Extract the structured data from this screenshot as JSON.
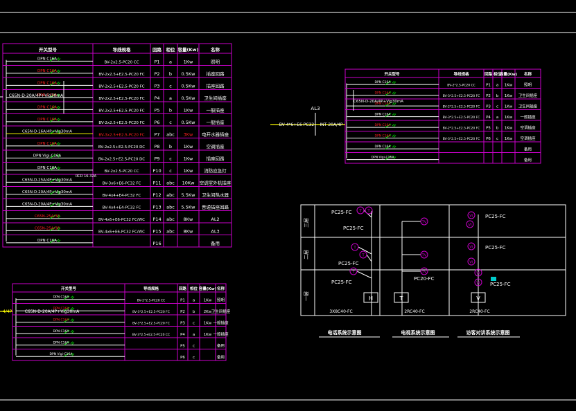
{
  "colors": {
    "bg": "#000000",
    "frame": "#ffffff",
    "table": "#cc00cc",
    "text": "#ffffff",
    "red": "#ff2020",
    "green": "#00cc00",
    "yellow": "#ffff00",
    "cyan": "#00cccc"
  },
  "table1": {
    "headers": [
      "开关型号",
      "导线规格",
      "回路",
      "相位",
      "容量(Kw)",
      "名称"
    ],
    "main_breaker": "C65N-D-20A/4P+Vig30mA",
    "rows": [
      {
        "sw": "DPN C16A",
        "wire": "BV-2x2.5-PC20 CC",
        "loop": "P1",
        "phase": "a",
        "cap": "1Kw",
        "name": "照明",
        "red": false
      },
      {
        "sw": "DPN C16A",
        "wire": "BV-2x2.5+E2.5-PC20 FC",
        "loop": "P2",
        "phase": "b",
        "cap": "0.5Kw",
        "name": "插座回路",
        "red": true
      },
      {
        "sw": "DPN C16A",
        "wire": "BV-2x2.5+E2.5-PC20 FC",
        "loop": "P3",
        "phase": "c",
        "cap": "0.5Kw",
        "name": "插座回路",
        "red": true
      },
      {
        "sw": "DPN C16A",
        "wire": "BV-2x2.5+E2.5-PC20 FC",
        "loop": "P4",
        "phase": "a",
        "cap": "0.5Kw",
        "name": "卫生间插座",
        "red": true
      },
      {
        "sw": "DPN C16A",
        "wire": "BV-2x2.5+E2.5-PC20 FC",
        "loop": "P5",
        "phase": "b",
        "cap": "1Kw",
        "name": "一般插座",
        "red": true
      },
      {
        "sw": "DPN C16A",
        "wire": "BV-2x2.5+E2.5-PC20 FC",
        "loop": "P6",
        "phase": "c",
        "cap": "0.5Kw",
        "name": "一般插座",
        "red": true
      },
      {
        "sw": "C65N-D-16A/4P+Vig30mA",
        "wire": "BV-3x2.5+E2.5-PC20 FC",
        "loop": "P7",
        "phase": "abc",
        "cap": "3Kw",
        "name": "电开水器插座",
        "red": false,
        "hl": true
      },
      {
        "sw": "DPN C16A",
        "wire": "BV-2x2.5+E2.5-PC20 DC",
        "loop": "P8",
        "phase": "b",
        "cap": "1Kw",
        "name": "空调插座",
        "red": true
      },
      {
        "sw": "DPN Vigi-C16A",
        "wire": "BV-2x2.5+E2.5-PC20 DC",
        "loop": "P9",
        "phase": "c",
        "cap": "1Kw",
        "name": "插座回路",
        "red": false
      },
      {
        "sw": "DPN C16A",
        "wire": "BV-2x2.5-PC20 CC",
        "loop": "P10",
        "phase": "c",
        "cap": "1Kw",
        "name": "消防应急灯",
        "red": false
      },
      {
        "sw": "C65N-D-25A/4P+Vig30mA",
        "wire": "BV-3x6+E6-PC32 FC",
        "loop": "P11",
        "phase": "abc",
        "cap": "10Kw",
        "name": "空调室外机插座",
        "red": false
      },
      {
        "sw": "C65N-D-20A/4P+Vig30mA",
        "wire": "BV-4x4+E4-PC32 FC",
        "loop": "P12",
        "phase": "abc",
        "cap": "5.5Kw",
        "name": "卫生间热水器",
        "red": false
      },
      {
        "sw": "C65N-D-20A/4P+Vig30mA",
        "wire": "BV-4x4+E4-PC32 FC",
        "loop": "P13",
        "phase": "abc",
        "cap": "5.5Kw",
        "name": "普通插座回路",
        "red": false
      },
      {
        "sw": "C65N-25A/3P",
        "wire": "BV-4x6+E6-PC32 FC/WC",
        "loop": "P14",
        "phase": "abc",
        "cap": "8Kw",
        "name": "AL2",
        "red": true
      },
      {
        "sw": "C65N-25A/3P",
        "wire": "BV-4x6+E6-PC32 FC/WC",
        "loop": "P15",
        "phase": "abc",
        "cap": "8Kw",
        "name": "AL3",
        "red": true
      },
      {
        "sw": "DPN C16A",
        "wire": "",
        "loop": "P16",
        "phase": "",
        "cap": "",
        "name": "备用",
        "red": false
      }
    ],
    "rcd_note": "RCD 16-32A"
  },
  "table2": {
    "headers": [
      "开关型号",
      "导线规格",
      "回路",
      "相位",
      "容量(Kw)",
      "名称"
    ],
    "main_breaker": "C65N-D-20A/4P+Vig30mA",
    "incoming": "BV-4*6+E6 PC32",
    "incoming_breaker": "INT 20A/4P",
    "panel": "AL3",
    "rows": [
      {
        "sw": "DPN C16A",
        "wire": "BV-2*2.5-PC20 CC",
        "loop": "P1",
        "phase": "a",
        "cap": "1Kw",
        "name": "照明",
        "red": false
      },
      {
        "sw": "DPN C16A",
        "wire": "BV-3*2.5+E2.5-PC20 FC",
        "loop": "P2",
        "phase": "b",
        "cap": "1Kw",
        "name": "卫生间插座",
        "red": true
      },
      {
        "sw": "DPN C16A",
        "wire": "BV-2*2.5+E2.5-PC20 FC",
        "loop": "P3",
        "phase": "c",
        "cap": "1Kw",
        "name": "卫生间插座",
        "red": true
      },
      {
        "sw": "DPN C16A",
        "wire": "BV-3*2.5+E2.5-PC20 FC",
        "loop": "P4",
        "phase": "a",
        "cap": "1Kw",
        "name": "一般插座",
        "red": false
      },
      {
        "sw": "DPN C16A",
        "wire": "BV-2*2.5+E2.5-PC20 FC",
        "loop": "P5",
        "phase": "b",
        "cap": "1Kw",
        "name": "空调插座",
        "red": true
      },
      {
        "sw": "DPN C16A",
        "wire": "BV-3*2.5+E2.5-PC20 FC",
        "loop": "P6",
        "phase": "c",
        "cap": "1Kw",
        "name": "空调插座",
        "red": true
      },
      {
        "sw": "DPN C16A",
        "wire": "",
        "loop": "",
        "phase": "",
        "cap": "",
        "name": "备用",
        "red": false
      },
      {
        "sw": "DPN Vigi-C16A",
        "wire": "",
        "loop": "",
        "phase": "",
        "cap": "",
        "name": "备用",
        "red": false
      }
    ]
  },
  "table3": {
    "headers": [
      "开关型号",
      "导线规格",
      "回路",
      "相位",
      "容量(Kw)",
      "名称"
    ],
    "main_breaker": "C65N-D-20A/4P+Vig30mA",
    "incoming": "4/4P",
    "rows": [
      {
        "sw": "DPN C16A",
        "wire": "BV-2*2.5-PC20 CC",
        "loop": "P1",
        "phase": "a",
        "cap": "1Kw",
        "name": "照明",
        "red": false
      },
      {
        "sw": "DPN C16A",
        "wire": "BV-3*2.5+E2.5-PC20 FC",
        "loop": "P2",
        "phase": "b",
        "cap": "2Kw",
        "name": "卫生间插座",
        "red": true
      },
      {
        "sw": "DPN C16A",
        "wire": "BV-3*2.5+E2.5-PC20 FC",
        "loop": "P3",
        "phase": "c",
        "cap": "1Kw",
        "name": "一般插座",
        "red": true
      },
      {
        "sw": "DPN C16A",
        "wire": "BV-3*2.5+E2.5-PC20 CC",
        "loop": "P4",
        "phase": "a",
        "cap": "1Kw",
        "name": "一般插座",
        "red": false
      },
      {
        "sw": "DPN C16A",
        "wire": "",
        "loop": "P5",
        "phase": "c",
        "cap": "",
        "name": "备用",
        "red": false
      },
      {
        "sw": "DPN Vigi-C16A",
        "wire": "",
        "loop": "P6",
        "phase": "c",
        "cap": "",
        "name": "备用",
        "red": false
      }
    ]
  },
  "riser": {
    "floors": [
      "三层",
      "二层",
      "一层"
    ],
    "phone": {
      "labels": [
        "PC25-FC",
        "PC25-FC",
        "PC25-FC",
        "PC25-FC"
      ],
      "box": "H",
      "cable": "3X8C40-FC",
      "title": "电话系统示意图"
    },
    "tv": {
      "labels": [
        "PC20-FC"
      ],
      "box": "T",
      "cable": "2RC40-FC",
      "title": "电视系统示意图"
    },
    "intercom": {
      "labels": [
        "PC25-FC",
        "PC25-FC",
        "PC25-FC"
      ],
      "box": "V",
      "cable": "2RC40-FC",
      "title": "访客对讲系统示意图"
    },
    "sym_t": "T",
    "sym_tv": "TV",
    "sym_v": "VI"
  }
}
